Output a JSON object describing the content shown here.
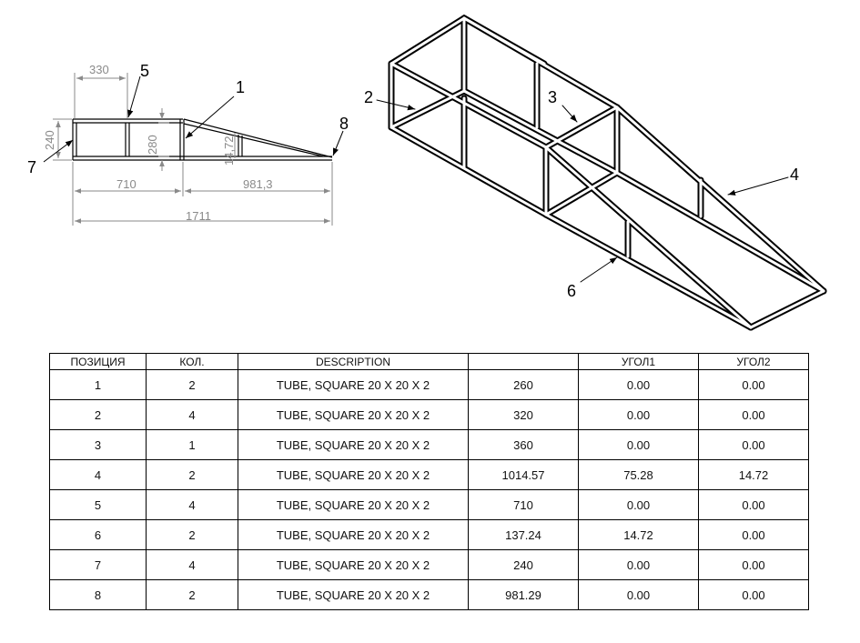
{
  "side_view": {
    "dimensions": {
      "top_width": "330",
      "left_height": "240",
      "inner_height": "280",
      "slope_height": "14,72",
      "box_length": "710",
      "ramp_length": "981,3",
      "total_length": "1711"
    },
    "callouts": {
      "c5": "5",
      "c1": "1",
      "c8": "8",
      "c7": "7"
    }
  },
  "iso_view": {
    "callouts": {
      "c2": "2",
      "c3": "3",
      "c4": "4",
      "c6": "6"
    }
  },
  "table": {
    "headers": [
      "ПОЗИЦИЯ",
      "КОЛ.",
      "DESCRIPTION",
      "",
      "УГОЛ1",
      "УГОЛ2"
    ],
    "rows": [
      [
        "1",
        "2",
        "TUBE, SQUARE 20 X 20 X 2",
        "260",
        "0.00",
        "0.00"
      ],
      [
        "2",
        "4",
        "TUBE, SQUARE 20 X 20 X 2",
        "320",
        "0.00",
        "0.00"
      ],
      [
        "3",
        "1",
        "TUBE, SQUARE 20 X 20 X 2",
        "360",
        "0.00",
        "0.00"
      ],
      [
        "4",
        "2",
        "TUBE, SQUARE 20 X 20 X 2",
        "1014.57",
        "75.28",
        "14.72"
      ],
      [
        "5",
        "4",
        "TUBE, SQUARE 20 X 20 X 2",
        "710",
        "0.00",
        "0.00"
      ],
      [
        "6",
        "2",
        "TUBE, SQUARE 20 X 20 X 2",
        "137.24",
        "14.72",
        "0.00"
      ],
      [
        "7",
        "4",
        "TUBE, SQUARE 20 X 20 X 2",
        "240",
        "0.00",
        "0.00"
      ],
      [
        "8",
        "2",
        "TUBE, SQUARE 20 X 20 X 2",
        "981.29",
        "0.00",
        "0.00"
      ]
    ]
  },
  "colors": {
    "line": "#000000",
    "dimension": "#8a8a8a",
    "background": "#ffffff"
  }
}
